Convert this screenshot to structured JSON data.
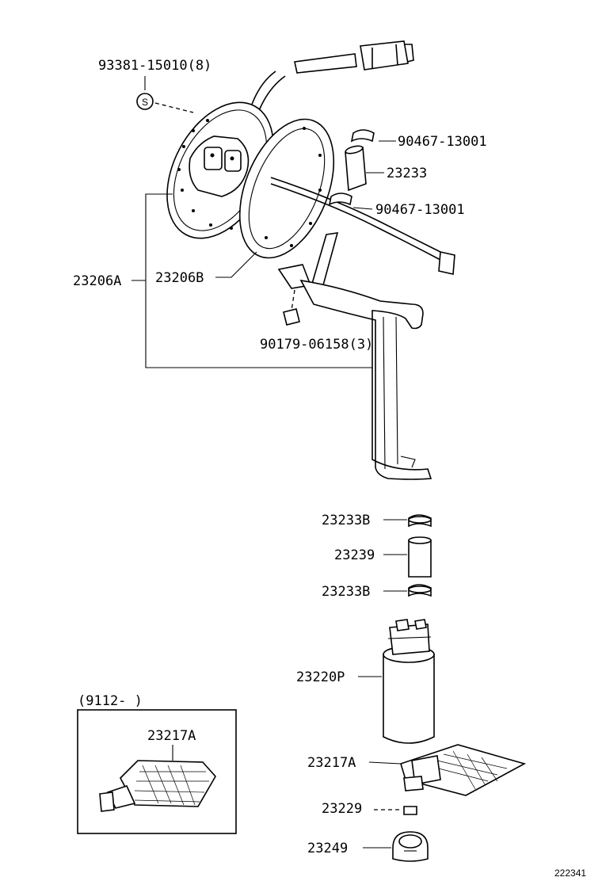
{
  "labels": {
    "screw": "93381-15010(8)",
    "clamp_upper": "90467-13001",
    "hose_upper": "23233",
    "clamp_lower": "90467-13001",
    "assy_a": "23206A",
    "assy_b": "23206B",
    "nut": "90179-06158(3)",
    "clamp_b_upper": "23233B",
    "hose_lower": "23239",
    "clamp_b_lower": "23233B",
    "pump": "23220P",
    "filter": "23217A",
    "cushion": "23229",
    "retainer": "23249"
  },
  "inset": {
    "date_range": "(9112-      )",
    "filter_label": "23217A"
  },
  "screw_symbol": "S",
  "drawing_number": "222341"
}
